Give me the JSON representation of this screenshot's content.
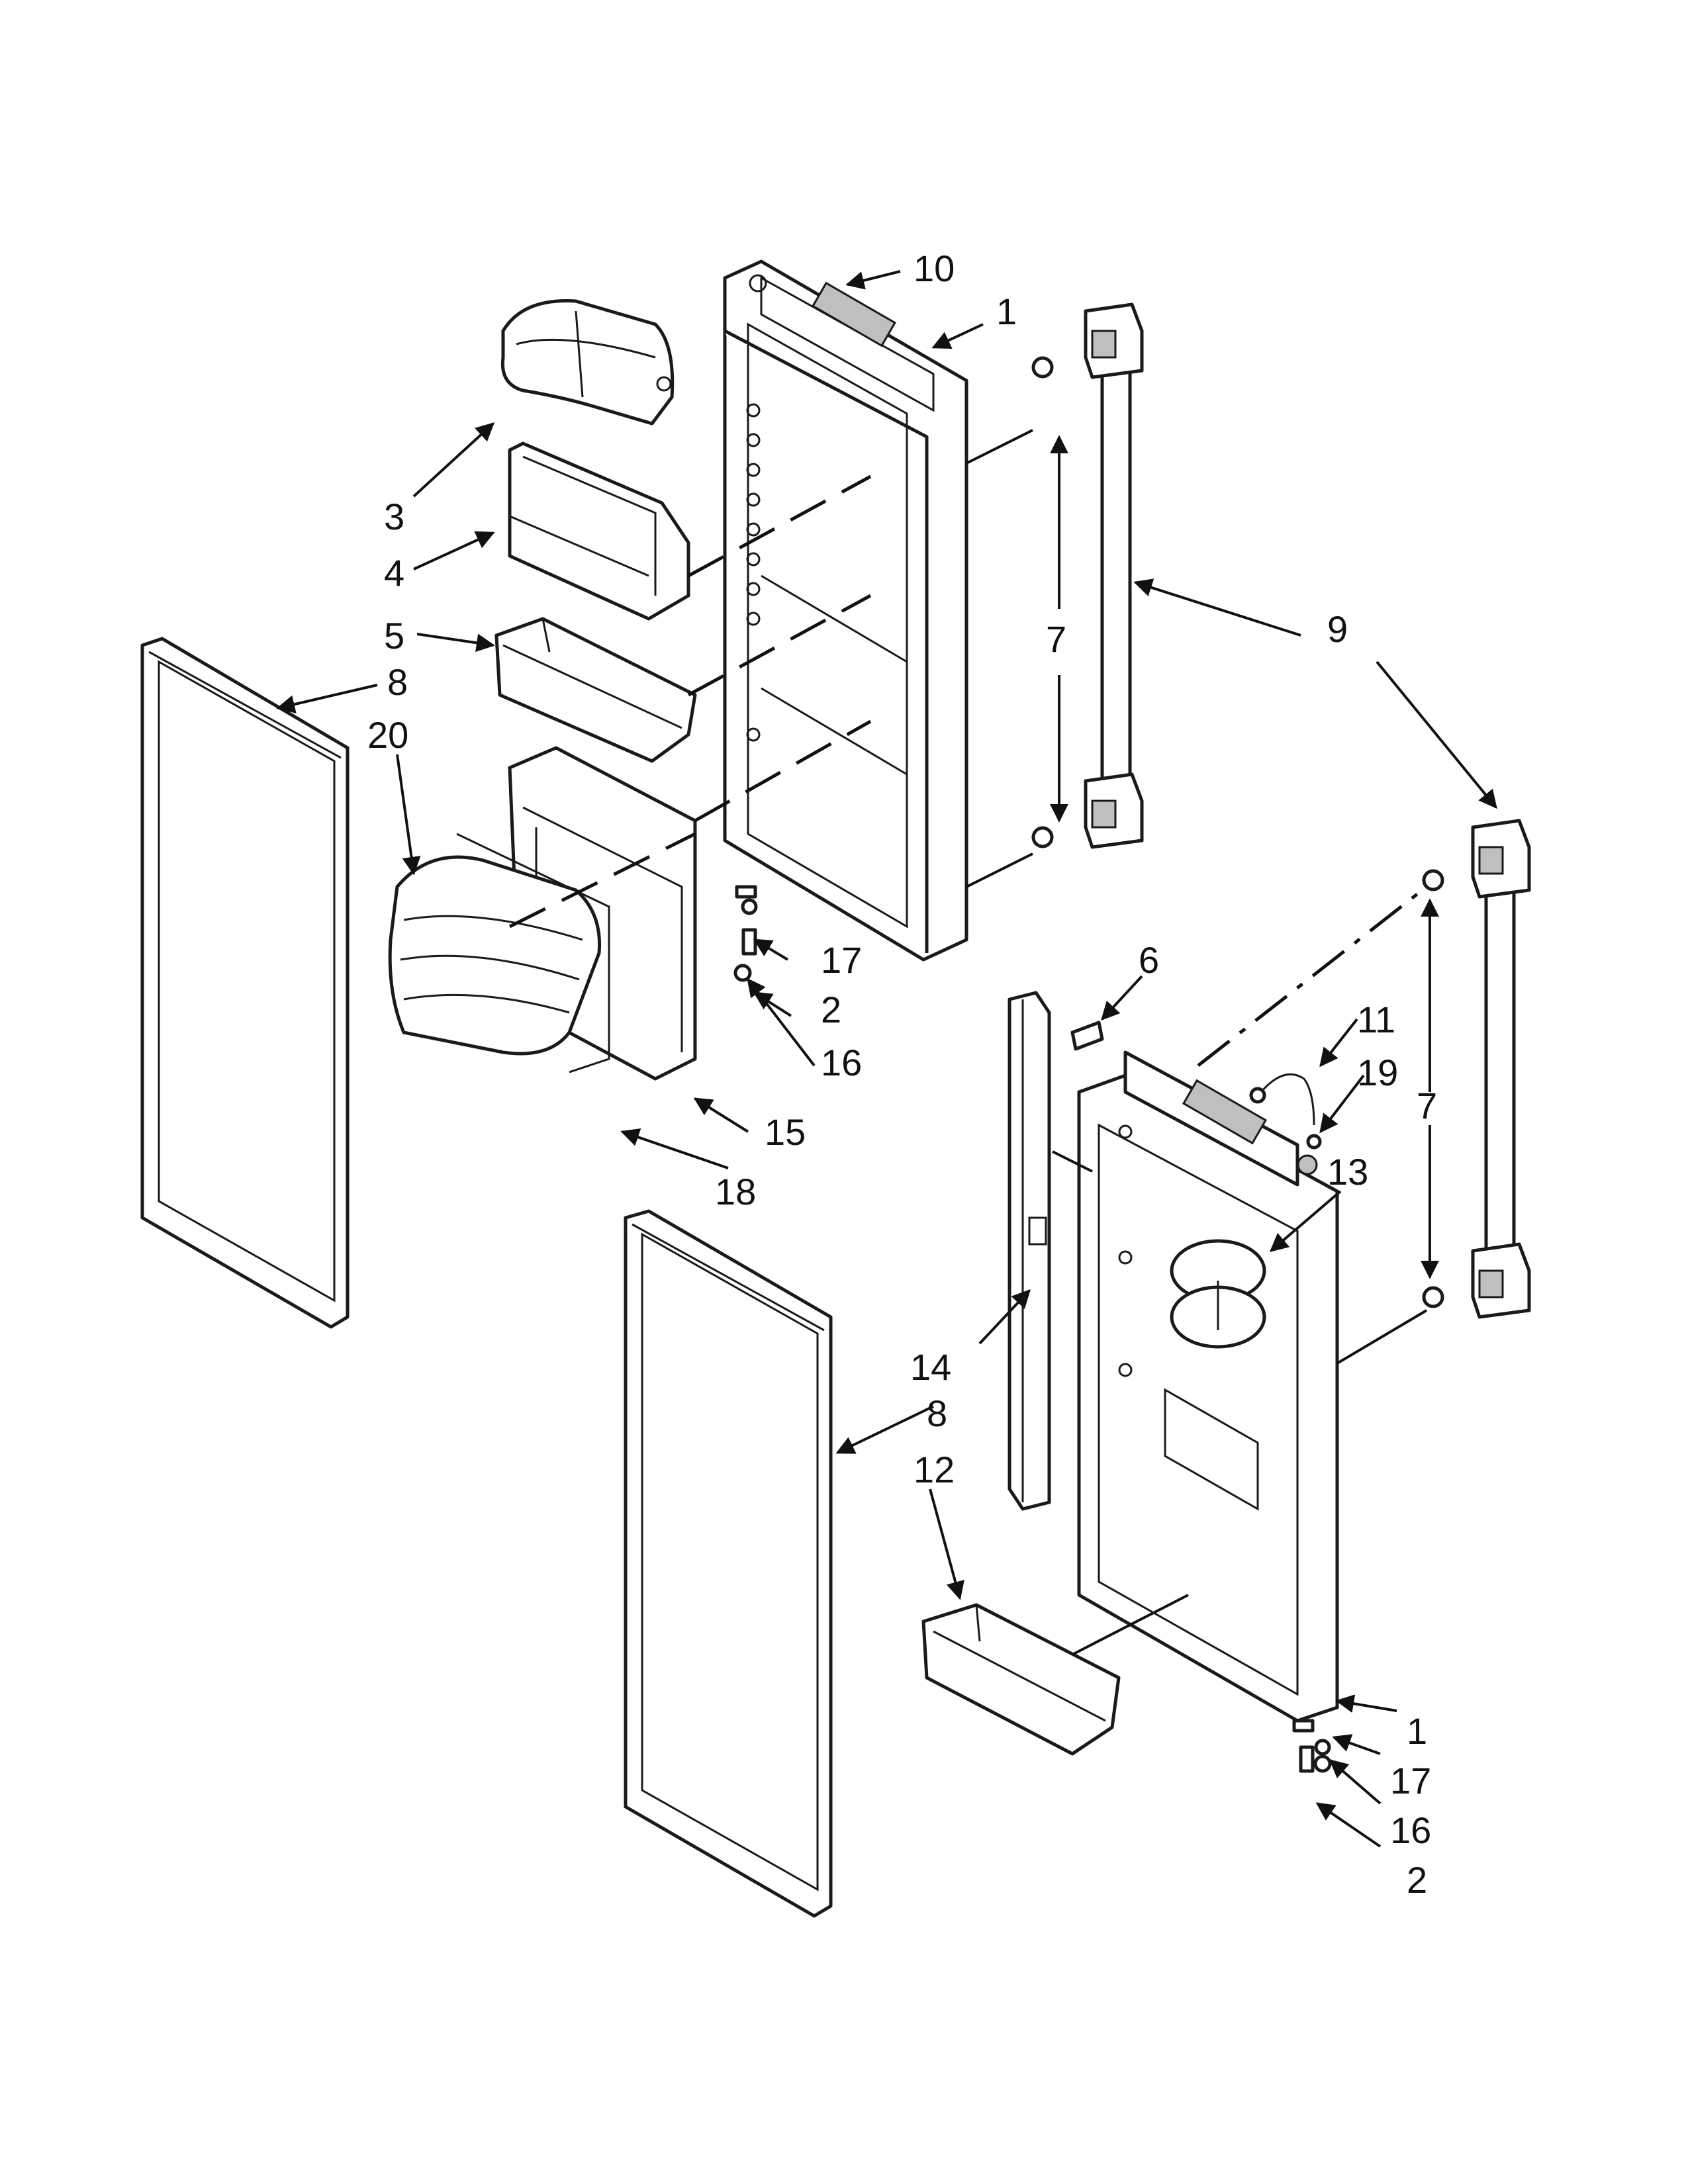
{
  "colors": {
    "line": "#111111",
    "paper": "#ffffff",
    "shade": "#bfbfbf"
  },
  "callouts": {
    "c1a": "1",
    "c1b": "1",
    "c2a": "2",
    "c2b": "2",
    "c3": "3",
    "c4": "4",
    "c5": "5",
    "c6": "6",
    "c7a": "7",
    "c7b": "7",
    "c8a": "8",
    "c8b": "8",
    "c9": "9",
    "c10": "10",
    "c11": "11",
    "c12": "12",
    "c13": "13",
    "c14": "14",
    "c15": "15",
    "c16a": "16",
    "c16b": "16",
    "c17a": "17",
    "c17b": "17",
    "c18": "18",
    "c19": "19",
    "c20": "20"
  }
}
